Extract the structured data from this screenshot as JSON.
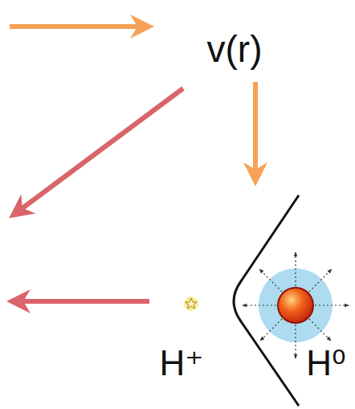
{
  "diagram": {
    "labels": [
      "v(r)",
      "H⁺",
      "H⁰"
    ]
  }
}
